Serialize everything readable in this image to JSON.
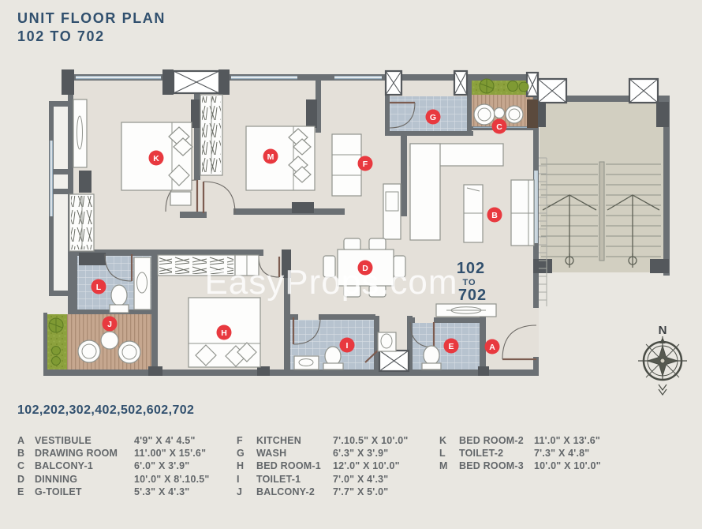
{
  "title": {
    "line1": "UNIT FLOOR PLAN",
    "line2": "102 TO 702"
  },
  "plan": {
    "watermark": "EasyProps.com",
    "unit_label": {
      "line1": "102",
      "line2": "TO",
      "line3": "702"
    },
    "compass": {
      "north": "N"
    }
  },
  "legend": {
    "header": "102,202,302,402,502,602,702",
    "items": [
      {
        "key": "A",
        "name": "VESTIBULE",
        "size": "4'9\" X 4' 4.5\""
      },
      {
        "key": "B",
        "name": "DRAWING ROOM",
        "size": "11'.00\" X 15'.6\""
      },
      {
        "key": "C",
        "name": "BALCONY-1",
        "size": "6'.0\" X 3'.9\""
      },
      {
        "key": "D",
        "name": "DINNING",
        "size": "10'.0\" X 8'.10.5\""
      },
      {
        "key": "E",
        "name": "G-TOILET",
        "size": "5'.3\" X 4'.3\""
      },
      {
        "key": "F",
        "name": "KITCHEN",
        "size": "7'.10.5\" X 10'.0\""
      },
      {
        "key": "G",
        "name": "WASH",
        "size": "6'.3\" X 3'.9\""
      },
      {
        "key": "H",
        "name": "BED ROOM-1",
        "size": "12'.0\" X 10'.0\""
      },
      {
        "key": "I",
        "name": "TOILET-1",
        "size": "7'.0\" X 4'.3\""
      },
      {
        "key": "J",
        "name": "BALCONY-2",
        "size": "7'.7\" X 5'.0\""
      },
      {
        "key": "K",
        "name": "BED ROOM-2",
        "size": "11'.0\" X 13'.6\""
      },
      {
        "key": "L",
        "name": "TOILET-2",
        "size": "7'.3\" X 4'.8\""
      },
      {
        "key": "M",
        "name": "BED ROOM-3",
        "size": "10'.0\" X 10'.0\""
      }
    ]
  },
  "colors": {
    "background": "#e9e7e1",
    "title_navy": "#31506e",
    "marker_red": "#e8393f",
    "wall_gray": "#6b7074",
    "tile_blue": "#b7c3cf",
    "wood_tan": "#c6a78f",
    "plant_green": "#8ca13d",
    "floor": "#e4e0d9",
    "stair_floor": "#d2cfc1"
  }
}
